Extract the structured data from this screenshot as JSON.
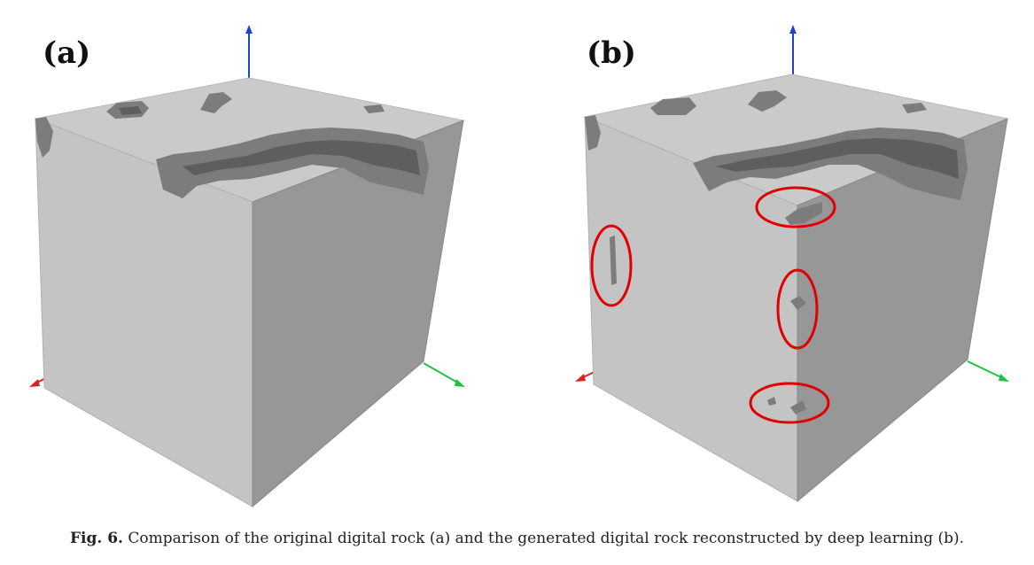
{
  "panels": [
    {
      "label": "(a)"
    },
    {
      "label": "(b)"
    }
  ],
  "caption": {
    "figure_label": "Fig. 6.",
    "text": "Comparison of the original digital rock (a) and the generated digital rock reconstructed by deep learning (b)."
  },
  "colors": {
    "top_face": "#c9c9c9",
    "left_face": "#c2c2c2",
    "right_face": "#959595",
    "pore": "#7a7a7a",
    "axis_x": "#e02020",
    "axis_y": "#20c040",
    "axis_z": "#2040d0",
    "highlight": "#e00000"
  }
}
